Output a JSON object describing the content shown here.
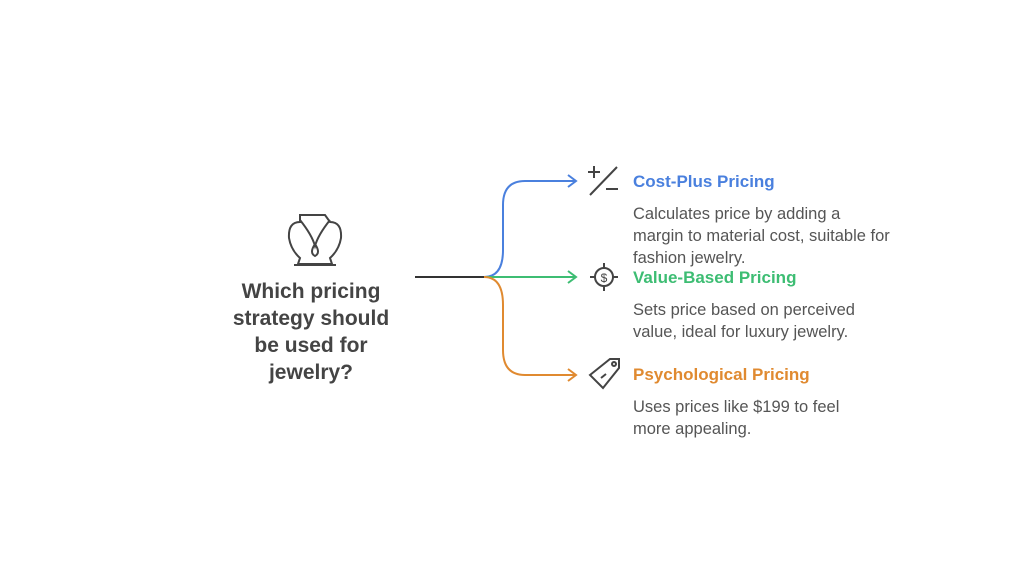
{
  "question": "Which pricing strategy should be used for jewelry?",
  "colors": {
    "cost": "#4a80de",
    "value": "#3dbd73",
    "psych": "#e08a30",
    "line": "#333333"
  },
  "options": [
    {
      "title": "Cost-Plus Pricing",
      "desc": "Calculates price by adding a margin to material cost, suitable for fashion jewelry.",
      "icon": "plus-minus-icon"
    },
    {
      "title": "Value-Based Pricing",
      "desc": "Sets price based on perceived value, ideal for luxury jewelry.",
      "icon": "dollar-target-icon"
    },
    {
      "title": "Psychological Pricing",
      "desc": "Uses prices like $199 to feel more appealing.",
      "icon": "price-tag-icon"
    }
  ]
}
